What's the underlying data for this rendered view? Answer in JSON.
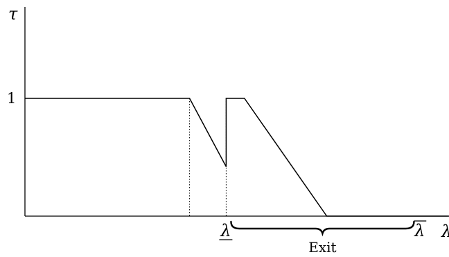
{
  "chart_data": {
    "type": "line",
    "title": "",
    "xlabel": "λ",
    "ylabel": "τ",
    "y_ticks": [
      {
        "value": 1,
        "label": "1"
      }
    ],
    "x_markers": [
      {
        "id": "lambda-lower",
        "x": 3.3,
        "label": "λ",
        "mark": "underline"
      },
      {
        "id": "lambda-upper",
        "x": 6.48,
        "label": "λ",
        "mark": "overline"
      }
    ],
    "guides": [
      {
        "x": 2.7,
        "y": 1.0
      },
      {
        "x": 3.3,
        "y": 1.0
      }
    ],
    "series": [
      {
        "x": [
          0,
          2.7,
          3.3,
          3.3,
          3.6,
          4.95,
          7.5
        ],
        "y": [
          1.0,
          1.0,
          0.42,
          1.0,
          1.0,
          0.0,
          0.0
        ]
      }
    ],
    "annotations": [
      {
        "type": "brace",
        "x_start": 3.38,
        "x_end": 6.38,
        "text": "Exit"
      }
    ],
    "xlim": [
      0,
      7.5
    ],
    "ylim": [
      0,
      1.7
    ],
    "grid": false
  }
}
